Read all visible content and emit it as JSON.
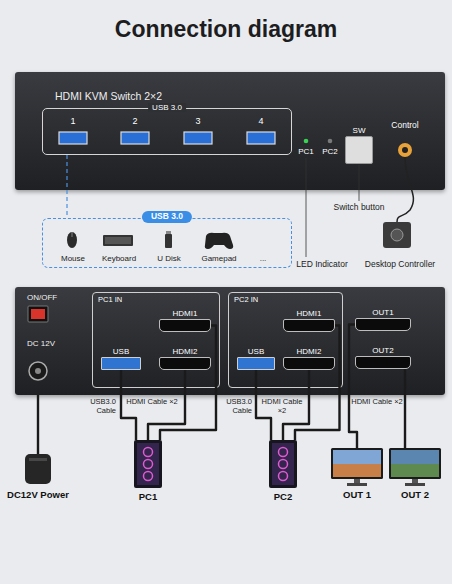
{
  "diagram": {
    "title": "Connection diagram",
    "nodes": [
      {
        "text": [
          "HDMI KVM Switch 2×2"
        ]
      },
      {
        "text": [
          "USB 3.0"
        ],
        "in": 0
      },
      {
        "text": [
          "SW"
        ],
        "in": 0
      },
      {
        "text": [
          "USB 3.0",
          "Mouse",
          "Keyboard",
          "U Disk",
          "Gamepad",
          "..."
        ]
      },
      {
        "text": [
          "ON/OFF",
          "DC 12V"
        ]
      },
      {
        "text": [
          "PC1 IN"
        ],
        "in": 4
      },
      {
        "text": [
          "HDMI1"
        ],
        "in": 5
      },
      {
        "text": [
          "USB"
        ],
        "in": 5
      },
      {
        "text": [
          "HDMI2"
        ],
        "in": 5
      },
      {
        "text": [
          "PC2 IN"
        ],
        "in": 4
      },
      {
        "text": [
          "HDMI1"
        ],
        "in": 9
      },
      {
        "text": [
          "USB"
        ],
        "in": 9
      },
      {
        "text": [
          "HDMI2"
        ],
        "in": 9
      },
      {
        "text": [
          "OUT1"
        ],
        "in": 4
      },
      {
        "text": [
          "OUT2"
        ],
        "in": 4
      },
      {
        "text": [
          "DC12V Power"
        ]
      },
      {
        "text": [
          "PC1"
        ]
      },
      {
        "text": [
          "PC2"
        ]
      },
      {
        "text": [
          "OUT 1"
        ]
      },
      {
        "text": [
          "OUT 2"
        ]
      }
    ],
    "edges": [
      {
        "from": 1,
        "to": 3,
        "arrow": "none"
      },
      {
        "from": 7,
        "to": 16,
        "arrow": "none"
      },
      {
        "from": 8,
        "to": 16,
        "arrow": "none"
      },
      {
        "from": 6,
        "to": 16,
        "arrow": "none"
      },
      {
        "from": 11,
        "to": 17,
        "arrow": "none"
      },
      {
        "from": 12,
        "to": 17,
        "arrow": "none"
      },
      {
        "from": 10,
        "to": 17,
        "arrow": "none"
      },
      {
        "from": 13,
        "to": 18,
        "arrow": "none"
      },
      {
        "from": 14,
        "to": 19,
        "arrow": "none"
      },
      {
        "from": 15,
        "to": 4,
        "arrow": "none"
      }
    ],
    "labels": [
      "1",
      "2",
      "3",
      "4",
      "PC1",
      "PC2",
      "Control",
      "Switch button",
      "LED Indicator",
      "Desktop Controller",
      "USB3.0 Cable",
      "HDMI Cable ×2",
      "USB3.0 Cable",
      "HDMI Cable ×2",
      "HDMI Cable ×2"
    ]
  }
}
